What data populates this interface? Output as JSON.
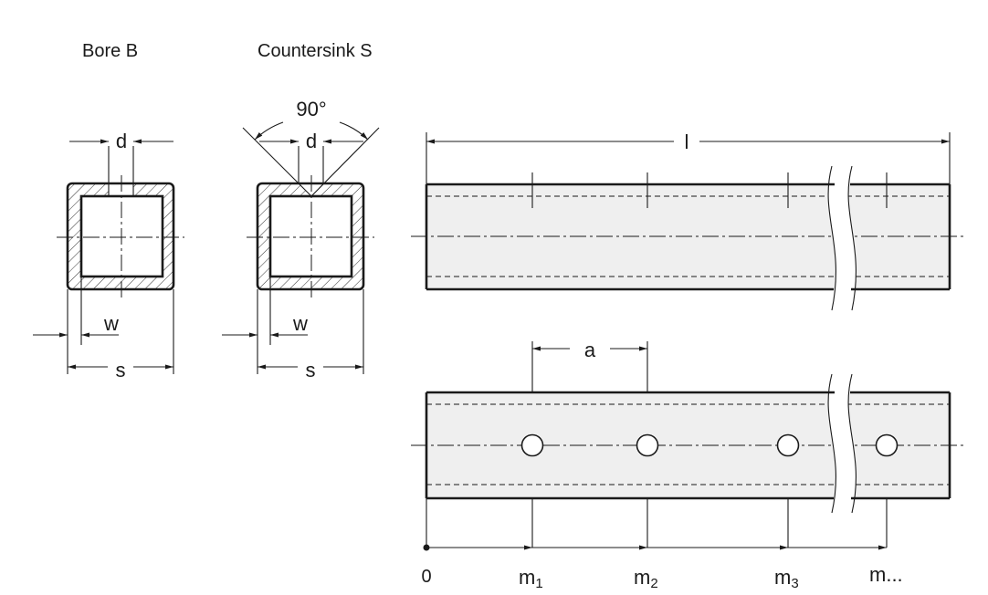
{
  "views": {
    "bore": {
      "title": "Bore B",
      "d_label": "d",
      "w_label": "w",
      "s_label": "s"
    },
    "countersink": {
      "title": "Countersink S",
      "angle_label": "90°",
      "d_label": "d",
      "w_label": "w",
      "s_label": "s"
    }
  },
  "side_view": {
    "length_label": "l"
  },
  "top_view": {
    "pitch_label": "a",
    "origin_label": "0",
    "markers": [
      {
        "base": "m",
        "sub": "1"
      },
      {
        "base": "m",
        "sub": "2"
      },
      {
        "base": "m",
        "sub": "3"
      },
      {
        "base": "m...",
        "sub": ""
      }
    ]
  },
  "colors": {
    "line": "#1a1a1a",
    "profile_fill": "#efefef",
    "background": "#ffffff"
  }
}
